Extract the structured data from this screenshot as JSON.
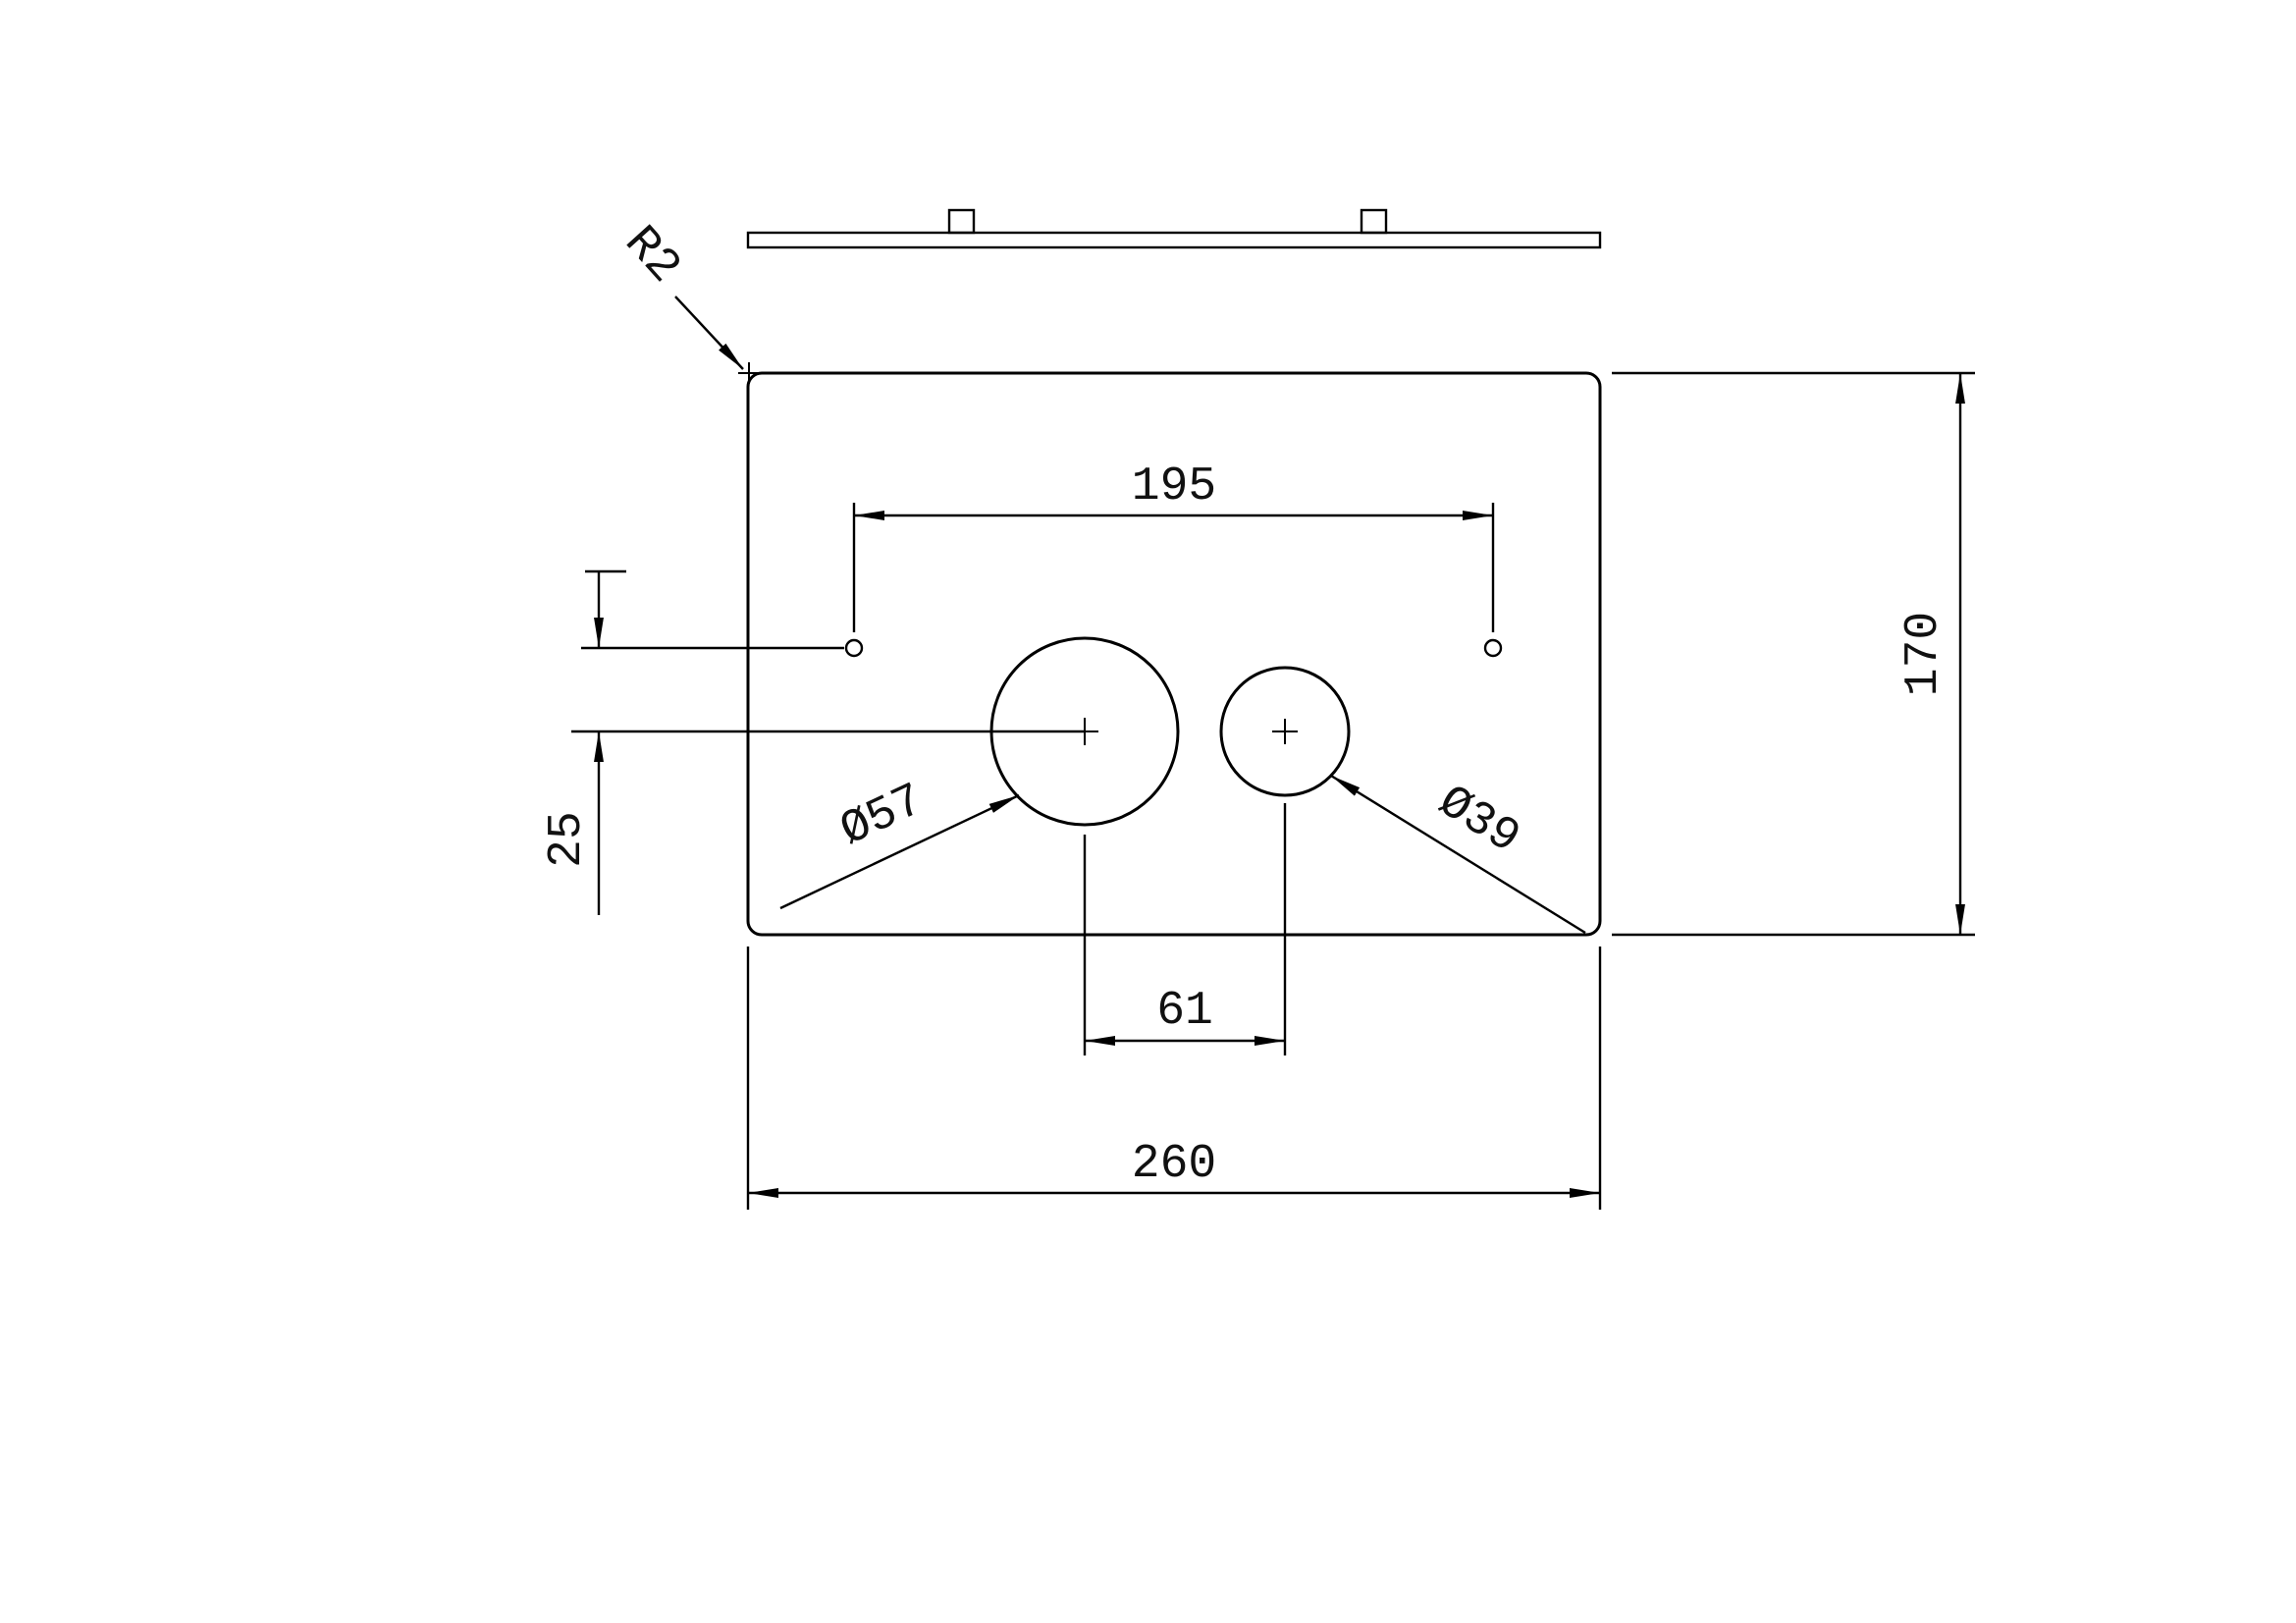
{
  "drawing": {
    "type": "technical-drawing",
    "views": [
      "top-profile",
      "front"
    ],
    "colors": {
      "line": "#000000",
      "background": "#ffffff",
      "text": "#111111"
    },
    "labels": {
      "corner_radius": "R2",
      "pilot_hole_spacing": "195",
      "plate_height": "170",
      "row_offset": "25",
      "large_hole_diameter": "Ø57",
      "small_hole_diameter": "Ø39",
      "hole_center_distance": "61",
      "plate_width": "260"
    }
  }
}
